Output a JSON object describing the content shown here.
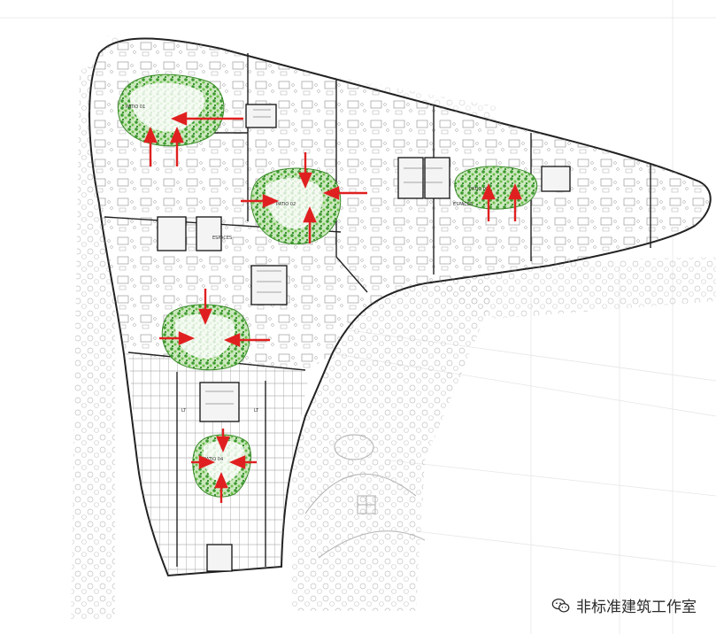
{
  "labels": {
    "patio_1": "PATIO 01",
    "patio_2": "PATIO 02",
    "patio_3": "PATIO 03",
    "patio_4": "PATIO 04",
    "espaces_1": "ESPACES",
    "espaces_2": "ESPACES",
    "lt_1": "LT",
    "lt_2": "LT"
  },
  "watermark": {
    "text": "非标准建筑工作室",
    "icon": "wechat-icon"
  },
  "colors": {
    "arrow": "#e02020",
    "green": "#4aa83a",
    "wall": "#222222"
  }
}
